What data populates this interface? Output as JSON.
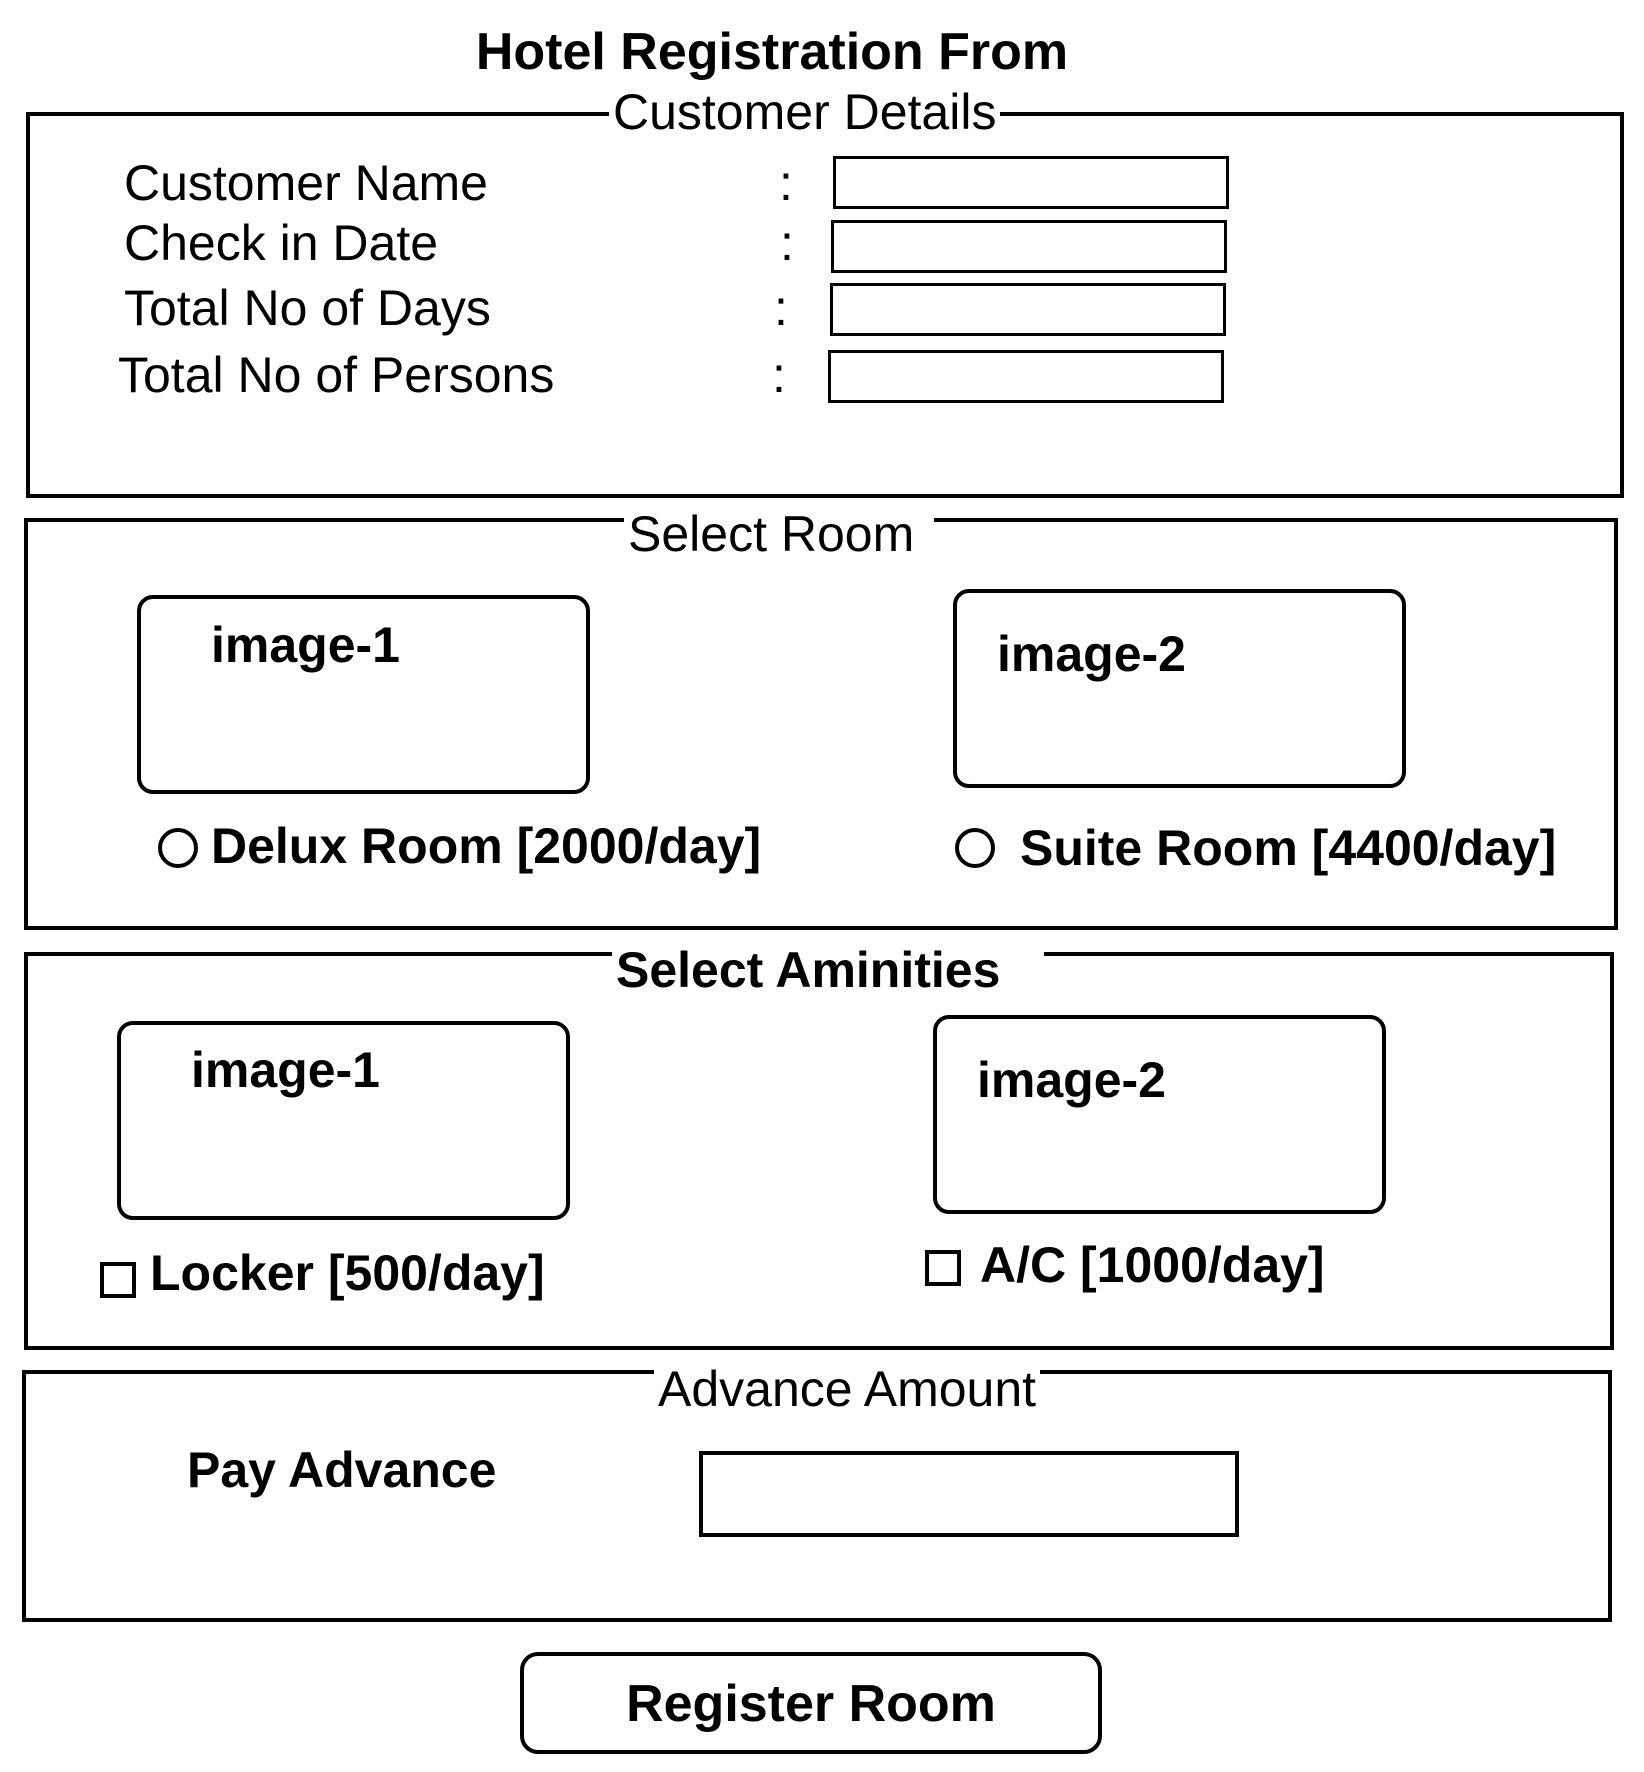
{
  "page_title": "Hotel Registration From",
  "customer_details": {
    "legend": "Customer Details",
    "fields": [
      {
        "label": "Customer Name",
        "value": ""
      },
      {
        "label": "Check in Date",
        "value": ""
      },
      {
        "label": "Total No of Days",
        "value": ""
      },
      {
        "label": "Total No of Persons",
        "value": ""
      }
    ],
    "separator": ":"
  },
  "select_room": {
    "legend": "Select Room",
    "options": [
      {
        "image_label": "image-1",
        "label": "Delux Room [2000/day]",
        "selected": false
      },
      {
        "image_label": "image-2",
        "label": "Suite Room [4400/day]",
        "selected": false
      }
    ]
  },
  "select_amenities": {
    "legend": "Select Aminities",
    "options": [
      {
        "image_label": "image-1",
        "label": "Locker [500/day]",
        "checked": false
      },
      {
        "image_label": "image-2",
        "label": "A/C [1000/day]",
        "checked": false
      }
    ]
  },
  "advance_amount": {
    "legend": "Advance Amount",
    "label": "Pay Advance",
    "value": ""
  },
  "register_button": {
    "label": "Register Room"
  }
}
